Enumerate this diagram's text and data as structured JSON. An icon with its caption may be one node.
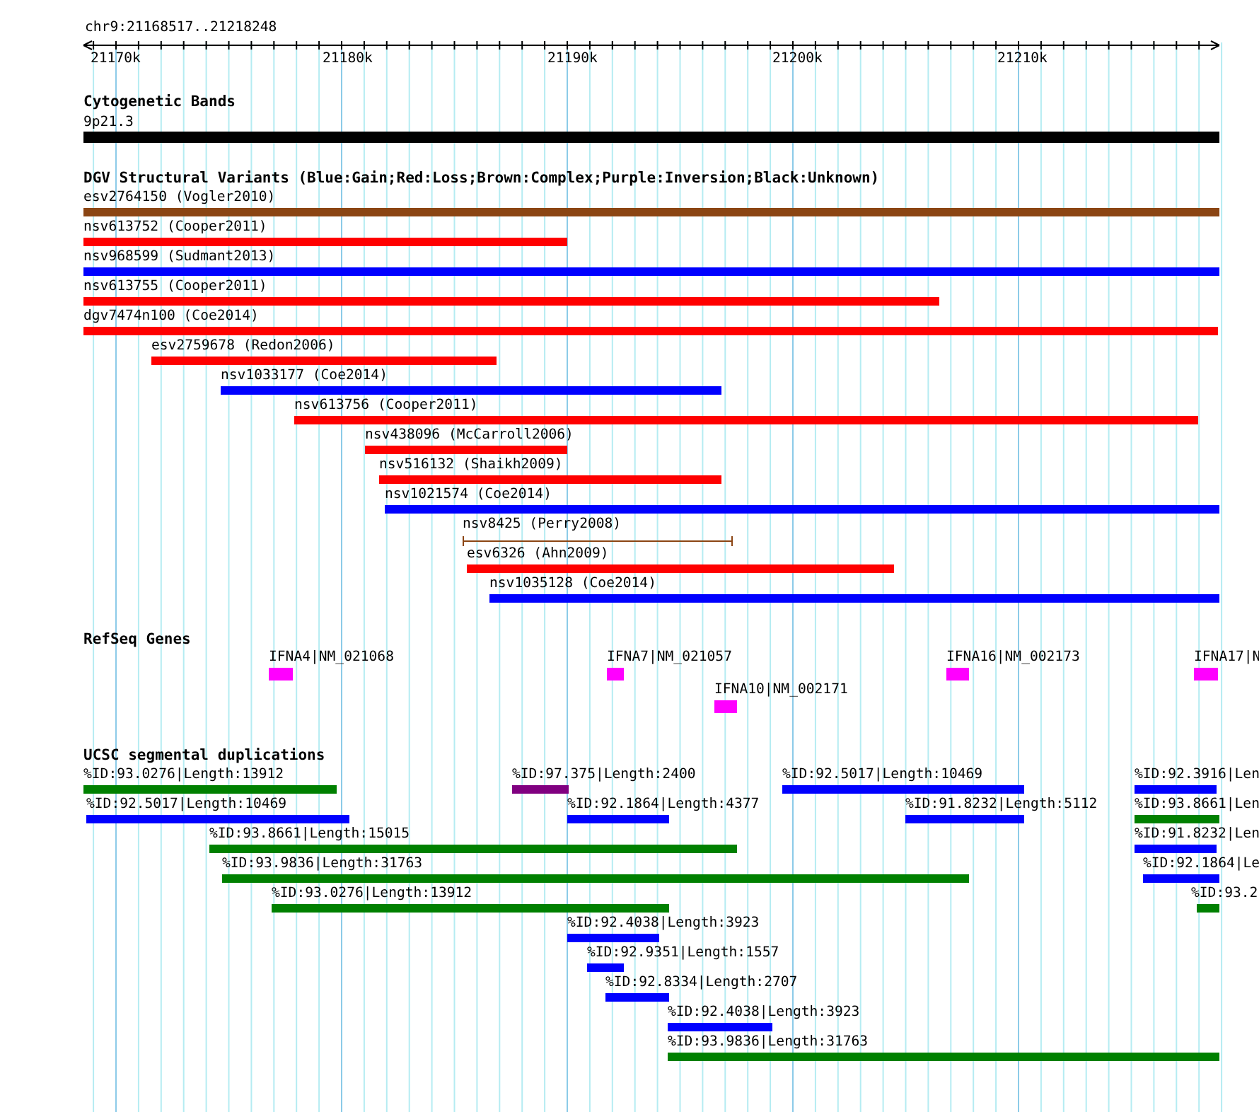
{
  "diagram": {
    "nodes": [
      {
        "text": [
          "Cytogenetic Bands"
        ]
      },
      {
        "text": [
          "9p21.3"
        ],
        "in": 0
      },
      {
        "text": [
          "DGV Structural Variants (Blue:Gain;Red:Loss;Brown:Complex;Purple:Inversion;Black:Unknown)"
        ]
      },
      {
        "text": [
          "esv2764150 (Vogler2010)"
        ],
        "in": 2
      },
      {
        "text": [
          "nsv613752 (Cooper2011)"
        ],
        "in": 2
      },
      {
        "text": [
          "nsv968599 (Sudmant2013)"
        ],
        "in": 2
      },
      {
        "text": [
          "nsv613755 (Cooper2011)"
        ],
        "in": 2
      },
      {
        "text": [
          "dgv7474n100 (Coe2014)"
        ],
        "in": 2
      },
      {
        "text": [
          "esv2759678 (Redon2006)"
        ],
        "in": 2
      },
      {
        "text": [
          "nsv1033177 (Coe2014)"
        ],
        "in": 2
      },
      {
        "text": [
          "nsv613756 (Cooper2011)"
        ],
        "in": 2
      },
      {
        "text": [
          "nsv438096 (McCarroll2006)"
        ],
        "in": 2
      },
      {
        "text": [
          "nsv516132 (Shaikh2009)"
        ],
        "in": 2
      },
      {
        "text": [
          "nsv1021574 (Coe2014)"
        ],
        "in": 2
      },
      {
        "text": [
          "nsv8425 (Perry2008)"
        ],
        "in": 2
      },
      {
        "text": [
          "esv6326 (Ahn2009)"
        ],
        "in": 2
      },
      {
        "text": [
          "nsv1035128 (Coe2014)"
        ],
        "in": 2
      },
      {
        "text": [
          "RefSeq Genes"
        ]
      },
      {
        "text": [
          "IFNA4|NM_021068"
        ],
        "in": 17
      },
      {
        "text": [
          "IFNA7|NM_021057"
        ],
        "in": 17
      },
      {
        "text": [
          "IFNA10|NM_002171"
        ],
        "in": 17
      },
      {
        "text": [
          "IFNA16|NM_002173"
        ],
        "in": 17
      },
      {
        "text": [
          "IFNA17|N"
        ],
        "in": 17
      },
      {
        "text": [
          "UCSC segmental duplications"
        ]
      },
      {
        "text": [
          "%ID:93.0276|Length:13912"
        ],
        "in": 23
      },
      {
        "text": [
          "%ID:97.375|Length:2400"
        ],
        "in": 23
      },
      {
        "text": [
          "%ID:92.5017|Length:10469"
        ],
        "in": 23
      },
      {
        "text": [
          "%ID:92.3916|Len"
        ],
        "in": 23
      },
      {
        "text": [
          "%ID:92.5017|Length:10469"
        ],
        "in": 23
      },
      {
        "text": [
          "%ID:92.1864|Length:4377"
        ],
        "in": 23
      },
      {
        "text": [
          "%ID:91.8232|Length:5112"
        ],
        "in": 23
      },
      {
        "text": [
          "%ID:93.8661|Len"
        ],
        "in": 23
      },
      {
        "text": [
          "%ID:93.8661|Length:15015"
        ],
        "in": 23
      },
      {
        "text": [
          "%ID:91.8232|Len"
        ],
        "in": 23
      },
      {
        "text": [
          "%ID:93.9836|Length:31763"
        ],
        "in": 23
      },
      {
        "text": [
          "%ID:92.1864|Le"
        ],
        "in": 23
      },
      {
        "text": [
          "%ID:93.0276|Length:13912"
        ],
        "in": 23
      },
      {
        "text": [
          "%ID:93.2"
        ],
        "in": 23
      },
      {
        "text": [
          "%ID:92.4038|Length:3923"
        ],
        "in": 23
      },
      {
        "text": [
          "%ID:92.9351|Length:1557"
        ],
        "in": 23
      },
      {
        "text": [
          "%ID:92.8334|Length:2707"
        ],
        "in": 23
      },
      {
        "text": [
          "%ID:92.4038|Length:3923"
        ],
        "in": 23
      },
      {
        "text": [
          "%ID:93.9836|Length:31763"
        ],
        "in": 23
      }
    ],
    "labels": [
      "chr9:21168517..21218248",
      "21170k",
      "21180k",
      "21190k",
      "21200k",
      "21210k"
    ]
  }
}
